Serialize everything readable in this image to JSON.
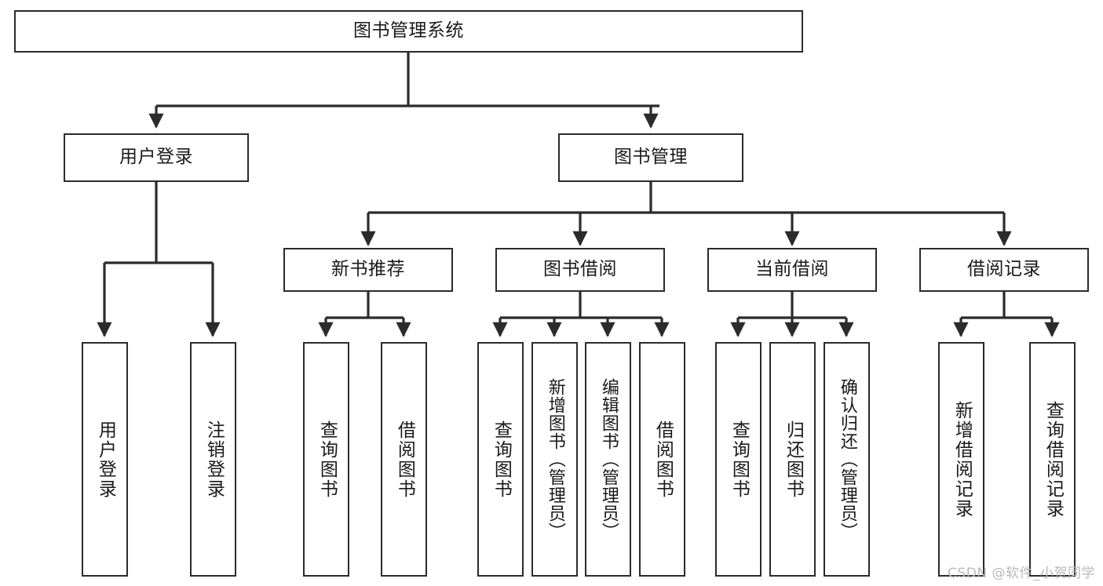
{
  "diagram": {
    "type": "tree-hierarchy-chart",
    "title": "图书管理系统",
    "watermark": "CSDN @软件_小贺同学",
    "colors": {
      "stroke": "#2b2b2b",
      "fill": "#ffffff",
      "text": "#1a1a1a",
      "watermark": "#b9b9b9"
    },
    "root": {
      "label": "图书管理系统"
    },
    "level2": [
      {
        "label": "用户登录"
      },
      {
        "label": "图书管理"
      }
    ],
    "level3": [
      {
        "label": "新书推荐"
      },
      {
        "label": "图书借阅"
      },
      {
        "label": "当前借阅"
      },
      {
        "label": "借阅记录"
      }
    ],
    "leaves": {
      "user_login": [
        {
          "label": "用户登录"
        },
        {
          "label": "注销登录"
        }
      ],
      "new_book_recommend": [
        {
          "label": "查询图书"
        },
        {
          "label": "借阅图书"
        }
      ],
      "book_borrow": [
        {
          "label": "查询图书"
        },
        {
          "label": "新增图书（管理员）"
        },
        {
          "label": "编辑图书（管理员）"
        },
        {
          "label": "借阅图书"
        }
      ],
      "current_borrow": [
        {
          "label": "查询图书"
        },
        {
          "label": "归还图书"
        },
        {
          "label": "确认归还（管理员）"
        }
      ],
      "borrow_record": [
        {
          "label": "新增借阅记录"
        },
        {
          "label": "查询借阅记录"
        }
      ]
    }
  }
}
